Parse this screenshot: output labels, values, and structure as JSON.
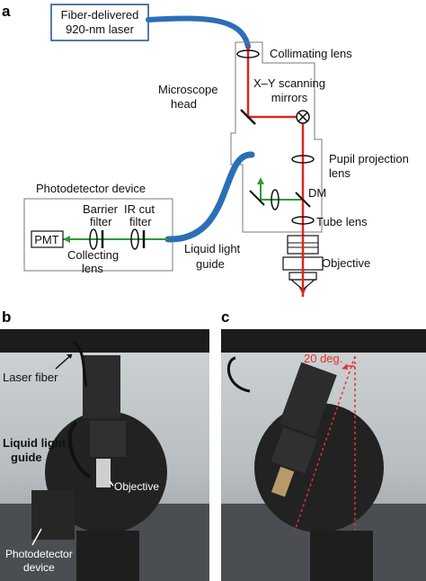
{
  "panel_a": {
    "letter": "a",
    "laser_line1": "Fiber-delivered",
    "laser_line2": "920-nm laser",
    "collimating_lens": "Collimating lens",
    "xy_line1": "X–Y scanning",
    "xy_line2": "mirrors",
    "micro_line1": "Microscope",
    "micro_line2": "head",
    "pupil_line1": "Pupil projection",
    "pupil_line2": "lens",
    "dm": "DM",
    "tube_lens": "Tube lens",
    "objective": "Objective",
    "photodetector_device": "Photodetector device",
    "barrier_line1": "Barrier",
    "barrier_line2": "filter",
    "ircut_line1": "IR cut",
    "ircut_line2": "filter",
    "pmt": "PMT",
    "collecting_line1": "Collecting",
    "collecting_line2": "lens",
    "liquid_line1": "Liquid light",
    "liquid_line2": "guide"
  },
  "panel_b": {
    "letter": "b",
    "laser_fiber": "Laser fiber",
    "liquid_line1": "Liquid light",
    "liquid_line2": "guide",
    "objective": "Objective",
    "photodetector_line1": "Photodetector",
    "photodetector_line2": "device"
  },
  "panel_c": {
    "letter": "c",
    "angle": "20 deg."
  },
  "colors": {
    "fiber_blue": "#2b6fb6",
    "laser_red": "#d9291c",
    "emission_green": "#2e9a3a",
    "box_outline": "#7a7a7a"
  }
}
